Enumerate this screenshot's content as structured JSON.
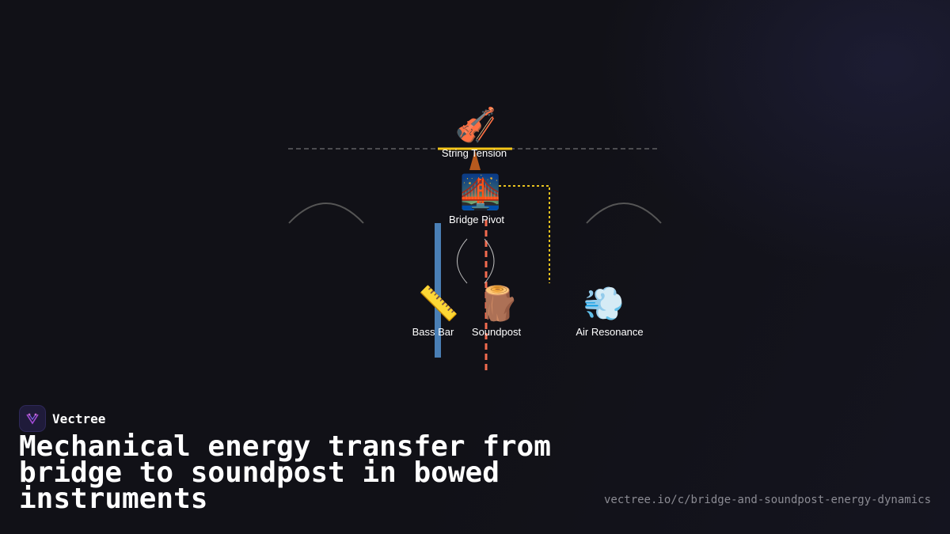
{
  "diagram": {
    "nodes": [
      {
        "id": "string-tension",
        "label": "String Tension",
        "icon": "violin-icon",
        "glyph": "🎻"
      },
      {
        "id": "bridge-pivot",
        "label": "Bridge Pivot",
        "icon": "bridge-at-night-icon",
        "glyph": "🌉"
      },
      {
        "id": "bass-bar",
        "label": "Bass Bar",
        "icon": "ruler-icon",
        "glyph": "📏"
      },
      {
        "id": "soundpost",
        "label": "Soundpost",
        "icon": "wood-log-icon",
        "glyph": "🪵"
      },
      {
        "id": "air-resonance",
        "label": "Air Resonance",
        "icon": "dashing-away-icon",
        "glyph": "💨"
      }
    ],
    "colors": {
      "string_line": "#f5c518",
      "bridge_fill": "#b85a1e",
      "bass_bar": "#4a7fb5",
      "soundpost_line": "#f26b4f",
      "air_path": "#e8c21f",
      "guide_line": "#888888",
      "arcs": "#555555"
    }
  },
  "brand": {
    "name": "Vectree",
    "logo_icon": "vectree-logo-icon"
  },
  "title": "Mechanical energy transfer from bridge to soundpost in bowed instruments",
  "url": "vectree.io/c/bridge-and-soundpost-energy-dynamics"
}
